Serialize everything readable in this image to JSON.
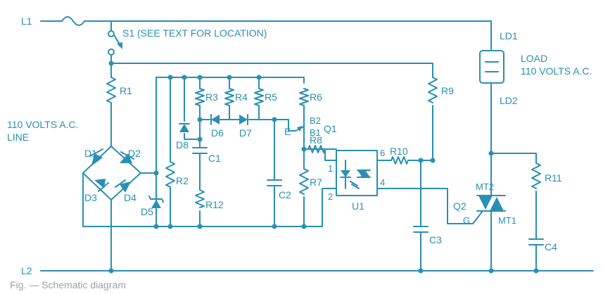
{
  "diagram": {
    "line_color": "#2a8fb4",
    "caption_color": "#9aa3a7",
    "terminals": {
      "l1": "L1",
      "l2": "L2",
      "ld1": "LD1",
      "ld2": "LD2"
    },
    "switch_label": "S1 (SEE TEXT FOR LOCATION)",
    "load_label_1": "LOAD",
    "load_label_2": "110 VOLTS A.C.",
    "line_label_1": "110 VOLTS A.C.",
    "line_label_2": "LINE",
    "resistors": {
      "r1": "R1",
      "r2": "R2",
      "r3": "R3",
      "r4": "R4",
      "r5": "R5",
      "r6": "R6",
      "r7": "R7",
      "r8": "R8",
      "r9": "R9",
      "r10": "R10",
      "r11": "R11",
      "r12": "R12"
    },
    "diodes": {
      "d1": "D1",
      "d2": "D2",
      "d3": "D3",
      "d4": "D4",
      "d5": "D5",
      "d6": "D6",
      "d7": "D7",
      "d8": "D8"
    },
    "capacitors": {
      "c1": "C1",
      "c2": "C2",
      "c3": "C3",
      "c4": "C4"
    },
    "transistor": {
      "name": "Q1",
      "e": "E",
      "b1": "B1",
      "b2": "B2"
    },
    "optocoupler": {
      "name": "U1",
      "p1": "1",
      "p2": "2",
      "p4": "4",
      "p6": "6"
    },
    "triac": {
      "name": "Q2",
      "mt1": "MT1",
      "mt2": "MT2",
      "g": "G"
    },
    "caption": "Fig. — Schematic diagram"
  }
}
